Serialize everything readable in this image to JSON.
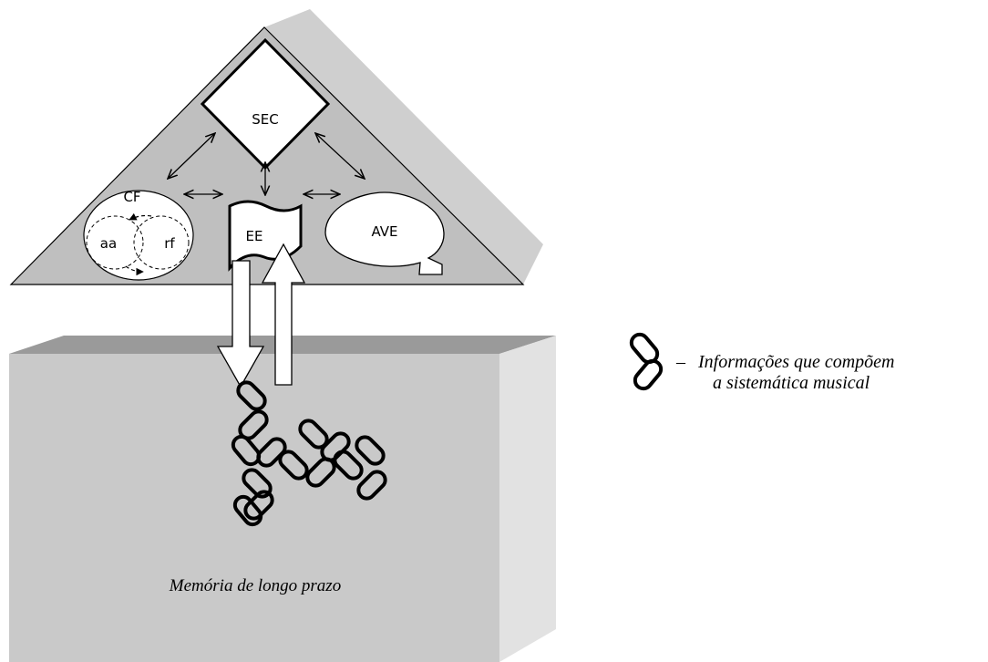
{
  "diagram": {
    "central_executive": "SEC",
    "phonological_loop": "CF",
    "phonological_store": "aa",
    "articulatory_rehearsal": "rf",
    "episodic_buffer": "EE",
    "visuospatial_sketchpad": "AVE",
    "long_term_memory": "Memória de longo prazo"
  },
  "legend": {
    "dash": "–",
    "line1": "Informações que compõem",
    "line2": "a sistemática musical"
  },
  "colors": {
    "box_front": "#c9c9c9",
    "box_top": "#9a9a9a",
    "box_side": "#e2e2e2",
    "roof_front": "#bfbfbf",
    "roof_side": "#cfcfcf",
    "outline": "#000000",
    "white": "#ffffff"
  }
}
